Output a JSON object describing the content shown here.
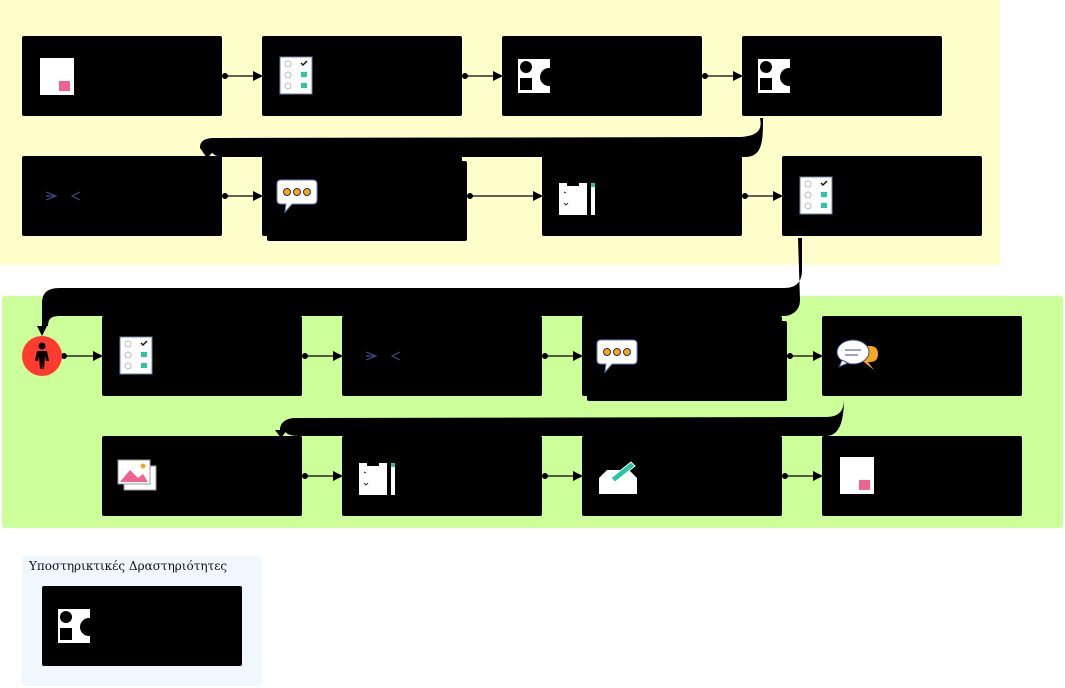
{
  "support": {
    "title": "Υποστηρικτικές Δραστηριότητες"
  },
  "colors": {
    "zone_top": "#ffffcc",
    "zone_middle": "#ccff99",
    "zone_support": "#f0f7ff",
    "node": "#000000",
    "start_node": "#ff3b2f",
    "accent_pink": "#f06292",
    "accent_teal": "#26c6a6",
    "accent_orange": "#f5a623"
  },
  "nodes": [
    {
      "id": "n1",
      "icon": "page-icon"
    },
    {
      "id": "n2",
      "icon": "checklist-icon"
    },
    {
      "id": "n3",
      "icon": "shapes-icon"
    },
    {
      "id": "n4",
      "icon": "shapes-icon"
    },
    {
      "id": "n5",
      "icon": "compare-icon"
    },
    {
      "id": "n6",
      "icon": "speech-bubble-icon"
    },
    {
      "id": "n7",
      "icon": "clipboard-pencil-icon"
    },
    {
      "id": "n8",
      "icon": "checklist-icon"
    },
    {
      "id": "start",
      "icon": "person-icon"
    },
    {
      "id": "n9",
      "icon": "checklist-icon"
    },
    {
      "id": "n10",
      "icon": "compare-icon"
    },
    {
      "id": "n11",
      "icon": "speech-bubble-icon"
    },
    {
      "id": "n12",
      "icon": "chat-bubbles-icon"
    },
    {
      "id": "n13",
      "icon": "image-icon"
    },
    {
      "id": "n14",
      "icon": "clipboard-pencil-icon"
    },
    {
      "id": "n15",
      "icon": "inbox-icon"
    },
    {
      "id": "n16",
      "icon": "page-icon"
    },
    {
      "id": "s1",
      "icon": "shapes-icon"
    }
  ]
}
